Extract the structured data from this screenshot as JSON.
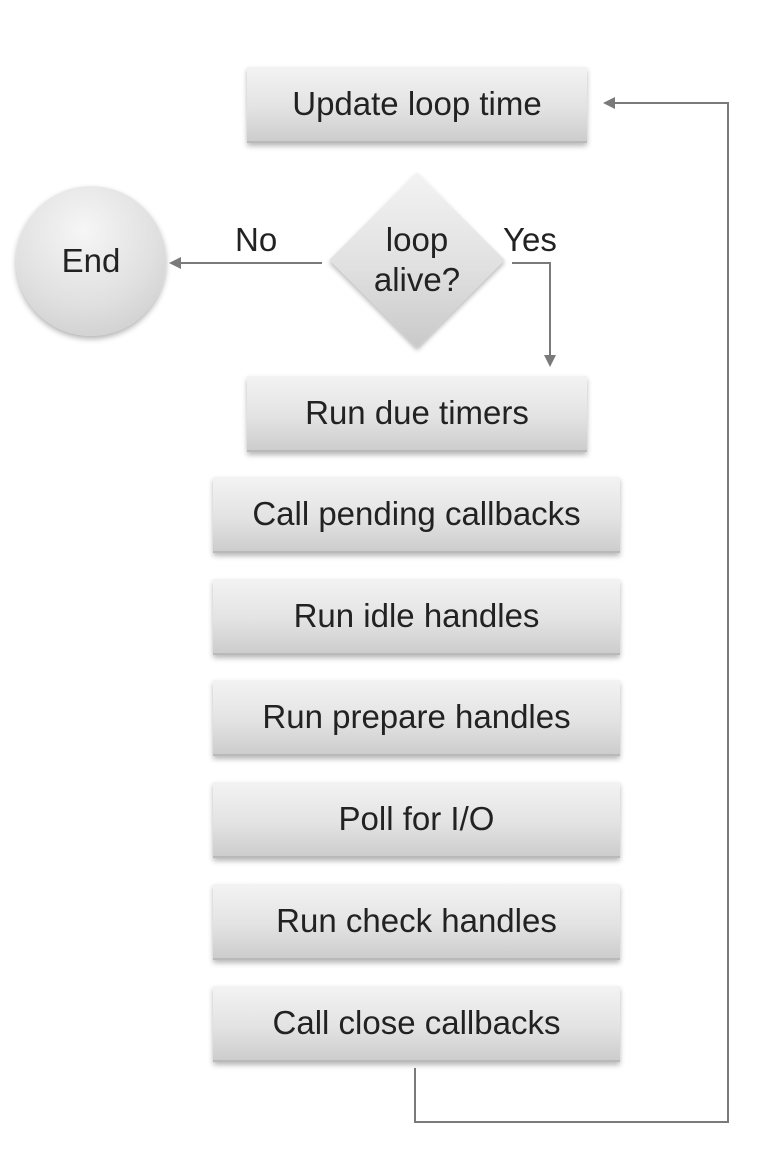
{
  "diagram": {
    "nodes": {
      "update_loop_time": "Update loop time",
      "loop_alive_line1": "loop",
      "loop_alive_line2": "alive?",
      "end": "End",
      "run_due_timers": "Run due timers",
      "call_pending_callbacks": "Call pending callbacks",
      "run_idle_handles": "Run idle handles",
      "run_prepare_handles": "Run prepare handles",
      "poll_for_io": "Poll for I/O",
      "run_check_handles": "Run check handles",
      "call_close_callbacks": "Call close callbacks"
    },
    "labels": {
      "no": "No",
      "yes": "Yes"
    },
    "colors": {
      "connector": "#7a7a7a",
      "box_top": "#f3f3f3",
      "box_bottom": "#cdcdcd"
    }
  }
}
